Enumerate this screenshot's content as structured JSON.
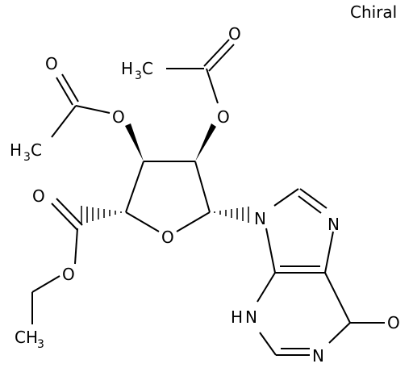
{
  "flag": "Chiral",
  "atoms": {
    "o_top_carbonyl": "O",
    "ch3_top": "H",
    "ch3_top_sub": "3",
    "ch3_top_c": "C",
    "o_ester_right": "O",
    "o_left_carbonyl": "O",
    "o_ester_left": "O",
    "ch3_left_h": "H",
    "ch3_left_sub": "3",
    "ch3_left_c": "C",
    "o_acid_carbonyl": "O",
    "o_ring": "O",
    "n9": "N",
    "n7": "N",
    "o_ethyl": "O",
    "nh": "H",
    "nh_n": "N",
    "o6": "O",
    "n1": "N",
    "ch3_bottom_c": "CH",
    "ch3_bottom_sub": "3"
  },
  "colors": {
    "ink": "#000000",
    "background": "#ffffff"
  }
}
